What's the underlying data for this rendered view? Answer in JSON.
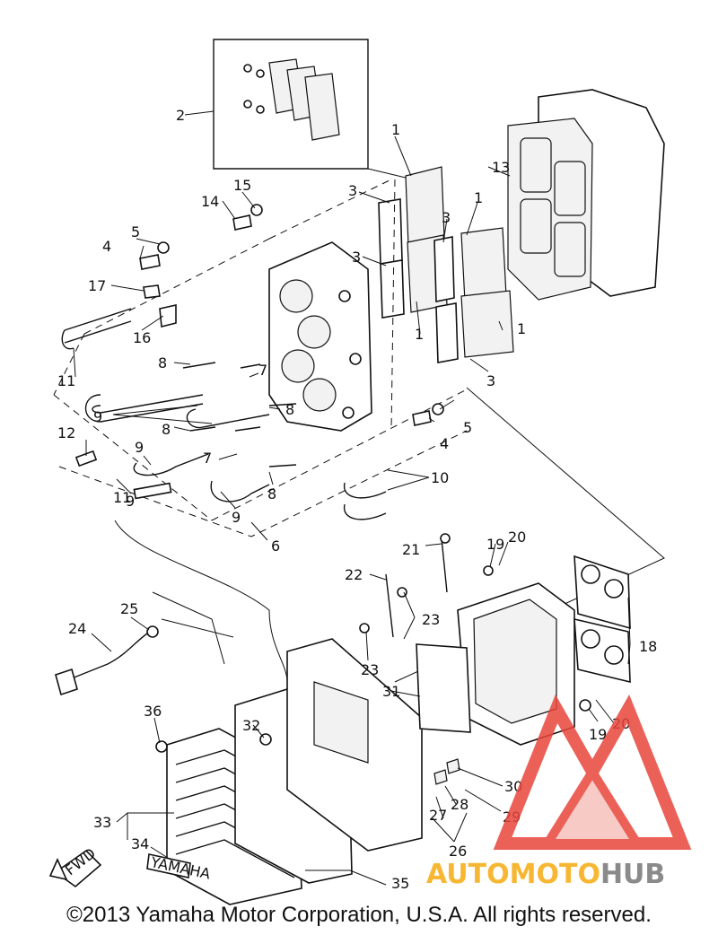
{
  "callouts": [
    "1",
    "1",
    "1",
    "1",
    "2",
    "3",
    "3",
    "3",
    "3",
    "4",
    "4",
    "5",
    "5",
    "6",
    "7",
    "7",
    "8",
    "8",
    "8",
    "8",
    "9",
    "9",
    "9",
    "9",
    "10",
    "11",
    "11",
    "12",
    "13",
    "14",
    "15",
    "16",
    "17",
    "18",
    "19",
    "19",
    "20",
    "20",
    "21",
    "22",
    "23",
    "23",
    "24",
    "25",
    "26",
    "27",
    "28",
    "29",
    "30",
    "31",
    "32",
    "33",
    "34",
    "35",
    "36"
  ],
  "fwd_label": "FWD",
  "brand_tag": "YAMAHA",
  "copyright": "©2013 Yamaha Motor Corporation, U.S.A. All rights reserved.",
  "watermark": {
    "part1": "AUTO",
    "part2": "MOTO",
    "part3": "HUB",
    "colors": {
      "gold": "#f7b733",
      "red": "#e8463c",
      "gray": "#8a8a8a"
    }
  }
}
